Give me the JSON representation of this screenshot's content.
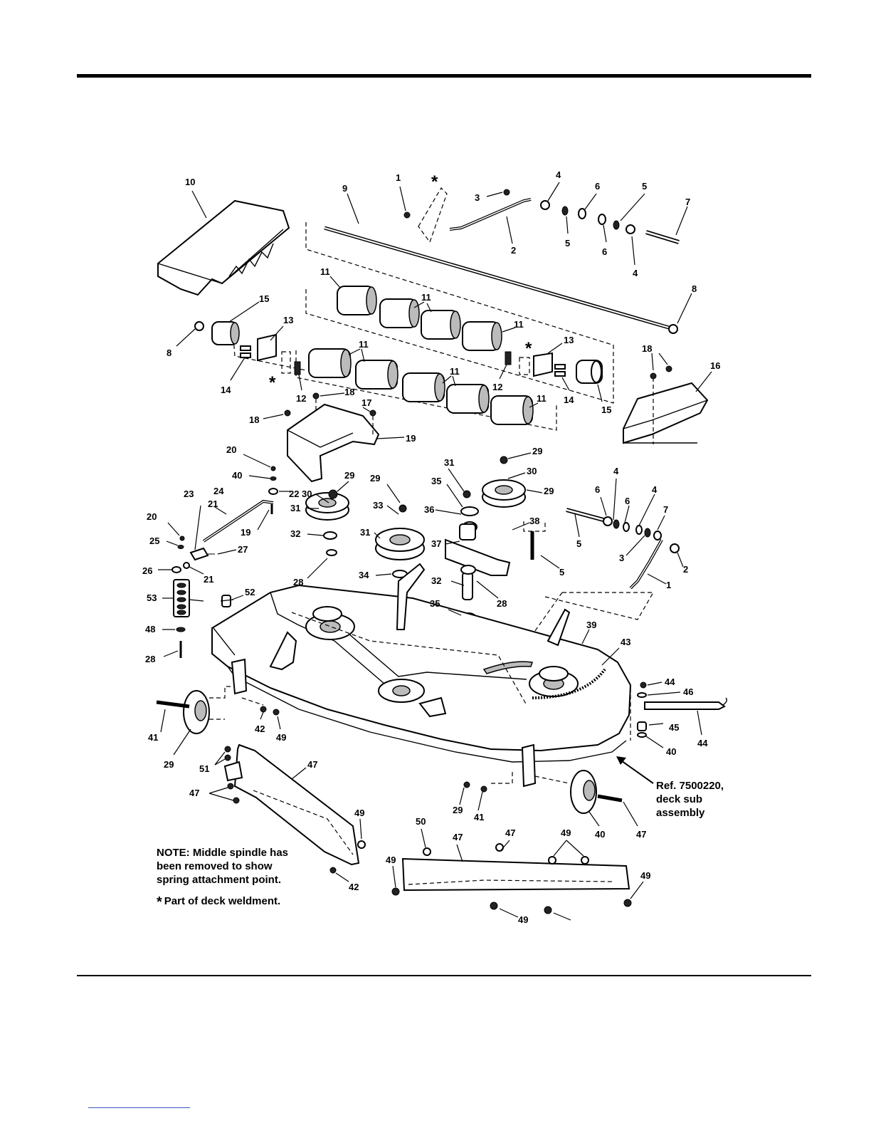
{
  "diagram": {
    "callouts": [
      {
        "id": "c10",
        "text": "10"
      },
      {
        "id": "c9",
        "text": "9"
      },
      {
        "id": "c1a",
        "text": "1"
      },
      {
        "id": "c3a",
        "text": "3"
      },
      {
        "id": "c2a",
        "text": "2"
      },
      {
        "id": "c4a",
        "text": "4"
      },
      {
        "id": "c6a",
        "text": "6"
      },
      {
        "id": "c5a",
        "text": "5"
      },
      {
        "id": "c7a",
        "text": "7"
      },
      {
        "id": "c5b",
        "text": "5"
      },
      {
        "id": "c6b",
        "text": "6"
      },
      {
        "id": "c4b",
        "text": "4"
      },
      {
        "id": "c8a",
        "text": "8"
      },
      {
        "id": "c11a",
        "text": "11"
      },
      {
        "id": "c11b",
        "text": "11"
      },
      {
        "id": "c11c",
        "text": "11"
      },
      {
        "id": "c15a",
        "text": "15"
      },
      {
        "id": "c8b",
        "text": "8"
      },
      {
        "id": "c13a",
        "text": "13"
      },
      {
        "id": "c14a",
        "text": "14"
      },
      {
        "id": "c12a",
        "text": "12"
      },
      {
        "id": "c11d",
        "text": "11"
      },
      {
        "id": "c11e",
        "text": "11"
      },
      {
        "id": "c11f",
        "text": "11"
      },
      {
        "id": "c12b",
        "text": "12"
      },
      {
        "id": "c13b",
        "text": "13"
      },
      {
        "id": "c14b",
        "text": "14"
      },
      {
        "id": "c15b",
        "text": "15"
      },
      {
        "id": "c18a",
        "text": "18"
      },
      {
        "id": "c16",
        "text": "16"
      },
      {
        "id": "c18b",
        "text": "18"
      },
      {
        "id": "c18c",
        "text": "18"
      },
      {
        "id": "c17",
        "text": "17"
      },
      {
        "id": "c19a",
        "text": "19"
      },
      {
        "id": "c20a",
        "text": "20"
      },
      {
        "id": "c40a",
        "text": "40"
      },
      {
        "id": "c24",
        "text": "24"
      },
      {
        "id": "c23",
        "text": "23"
      },
      {
        "id": "c21a",
        "text": "21"
      },
      {
        "id": "c22",
        "text": "22"
      },
      {
        "id": "c19b",
        "text": "19"
      },
      {
        "id": "c20b",
        "text": "20"
      },
      {
        "id": "c25",
        "text": "25"
      },
      {
        "id": "c27",
        "text": "27"
      },
      {
        "id": "c26",
        "text": "26"
      },
      {
        "id": "c21b",
        "text": "21"
      },
      {
        "id": "c53",
        "text": "53"
      },
      {
        "id": "c52",
        "text": "52"
      },
      {
        "id": "c48",
        "text": "48"
      },
      {
        "id": "c28a",
        "text": "28"
      },
      {
        "id": "c29a",
        "text": "29"
      },
      {
        "id": "c30a",
        "text": "30"
      },
      {
        "id": "c31a",
        "text": "31"
      },
      {
        "id": "c32a",
        "text": "32"
      },
      {
        "id": "c28b",
        "text": "28"
      },
      {
        "id": "c29b",
        "text": "29"
      },
      {
        "id": "c33",
        "text": "33"
      },
      {
        "id": "c31b",
        "text": "31"
      },
      {
        "id": "c34",
        "text": "34"
      },
      {
        "id": "c31c",
        "text": "31"
      },
      {
        "id": "c35a",
        "text": "35"
      },
      {
        "id": "c36",
        "text": "36"
      },
      {
        "id": "c37",
        "text": "37"
      },
      {
        "id": "c32b",
        "text": "32"
      },
      {
        "id": "c35b",
        "text": "35"
      },
      {
        "id": "c28c",
        "text": "28"
      },
      {
        "id": "c29c",
        "text": "29"
      },
      {
        "id": "c30b",
        "text": "30"
      },
      {
        "id": "c29d",
        "text": "29"
      },
      {
        "id": "c38",
        "text": "38"
      },
      {
        "id": "c5c",
        "text": "5"
      },
      {
        "id": "c4c",
        "text": "4"
      },
      {
        "id": "c6c",
        "text": "6"
      },
      {
        "id": "c6d",
        "text": "6"
      },
      {
        "id": "c4d",
        "text": "4"
      },
      {
        "id": "c7b",
        "text": "7"
      },
      {
        "id": "c5d",
        "text": "5"
      },
      {
        "id": "c3b",
        "text": "3"
      },
      {
        "id": "c2b",
        "text": "2"
      },
      {
        "id": "c1b",
        "text": "1"
      },
      {
        "id": "c39",
        "text": "39"
      },
      {
        "id": "c43",
        "text": "43"
      },
      {
        "id": "c44a",
        "text": "44"
      },
      {
        "id": "c46",
        "text": "46"
      },
      {
        "id": "c45",
        "text": "45"
      },
      {
        "id": "c44b",
        "text": "44"
      },
      {
        "id": "c40b",
        "text": "40"
      },
      {
        "id": "c41a",
        "text": "41"
      },
      {
        "id": "c29e",
        "text": "29"
      },
      {
        "id": "c42a",
        "text": "42"
      },
      {
        "id": "c49a",
        "text": "49"
      },
      {
        "id": "c51",
        "text": "51"
      },
      {
        "id": "c47a",
        "text": "47"
      },
      {
        "id": "c47b",
        "text": "47"
      },
      {
        "id": "c49b",
        "text": "49"
      },
      {
        "id": "c42b",
        "text": "42"
      },
      {
        "id": "c29f",
        "text": "29"
      },
      {
        "id": "c41b",
        "text": "41"
      },
      {
        "id": "c40c",
        "text": "40"
      },
      {
        "id": "c47c",
        "text": "47"
      },
      {
        "id": "c50",
        "text": "50"
      },
      {
        "id": "c47d",
        "text": "47"
      },
      {
        "id": "c47e",
        "text": "47"
      },
      {
        "id": "c49c",
        "text": "49"
      },
      {
        "id": "c49d",
        "text": "49"
      },
      {
        "id": "c49e",
        "text": "49"
      },
      {
        "id": "c49f",
        "text": "49"
      }
    ],
    "asterisk": "*",
    "note_lines": [
      "NOTE: Middle spindle has",
      "been removed to show",
      "spring attachment point."
    ],
    "weldment_note": "Part of deck weldment.",
    "ref_lines": [
      "Ref. 7500220,",
      "deck sub",
      "assembly"
    ],
    "colors": {
      "ink": "#000000",
      "footer_link": "#3a56c8"
    }
  }
}
